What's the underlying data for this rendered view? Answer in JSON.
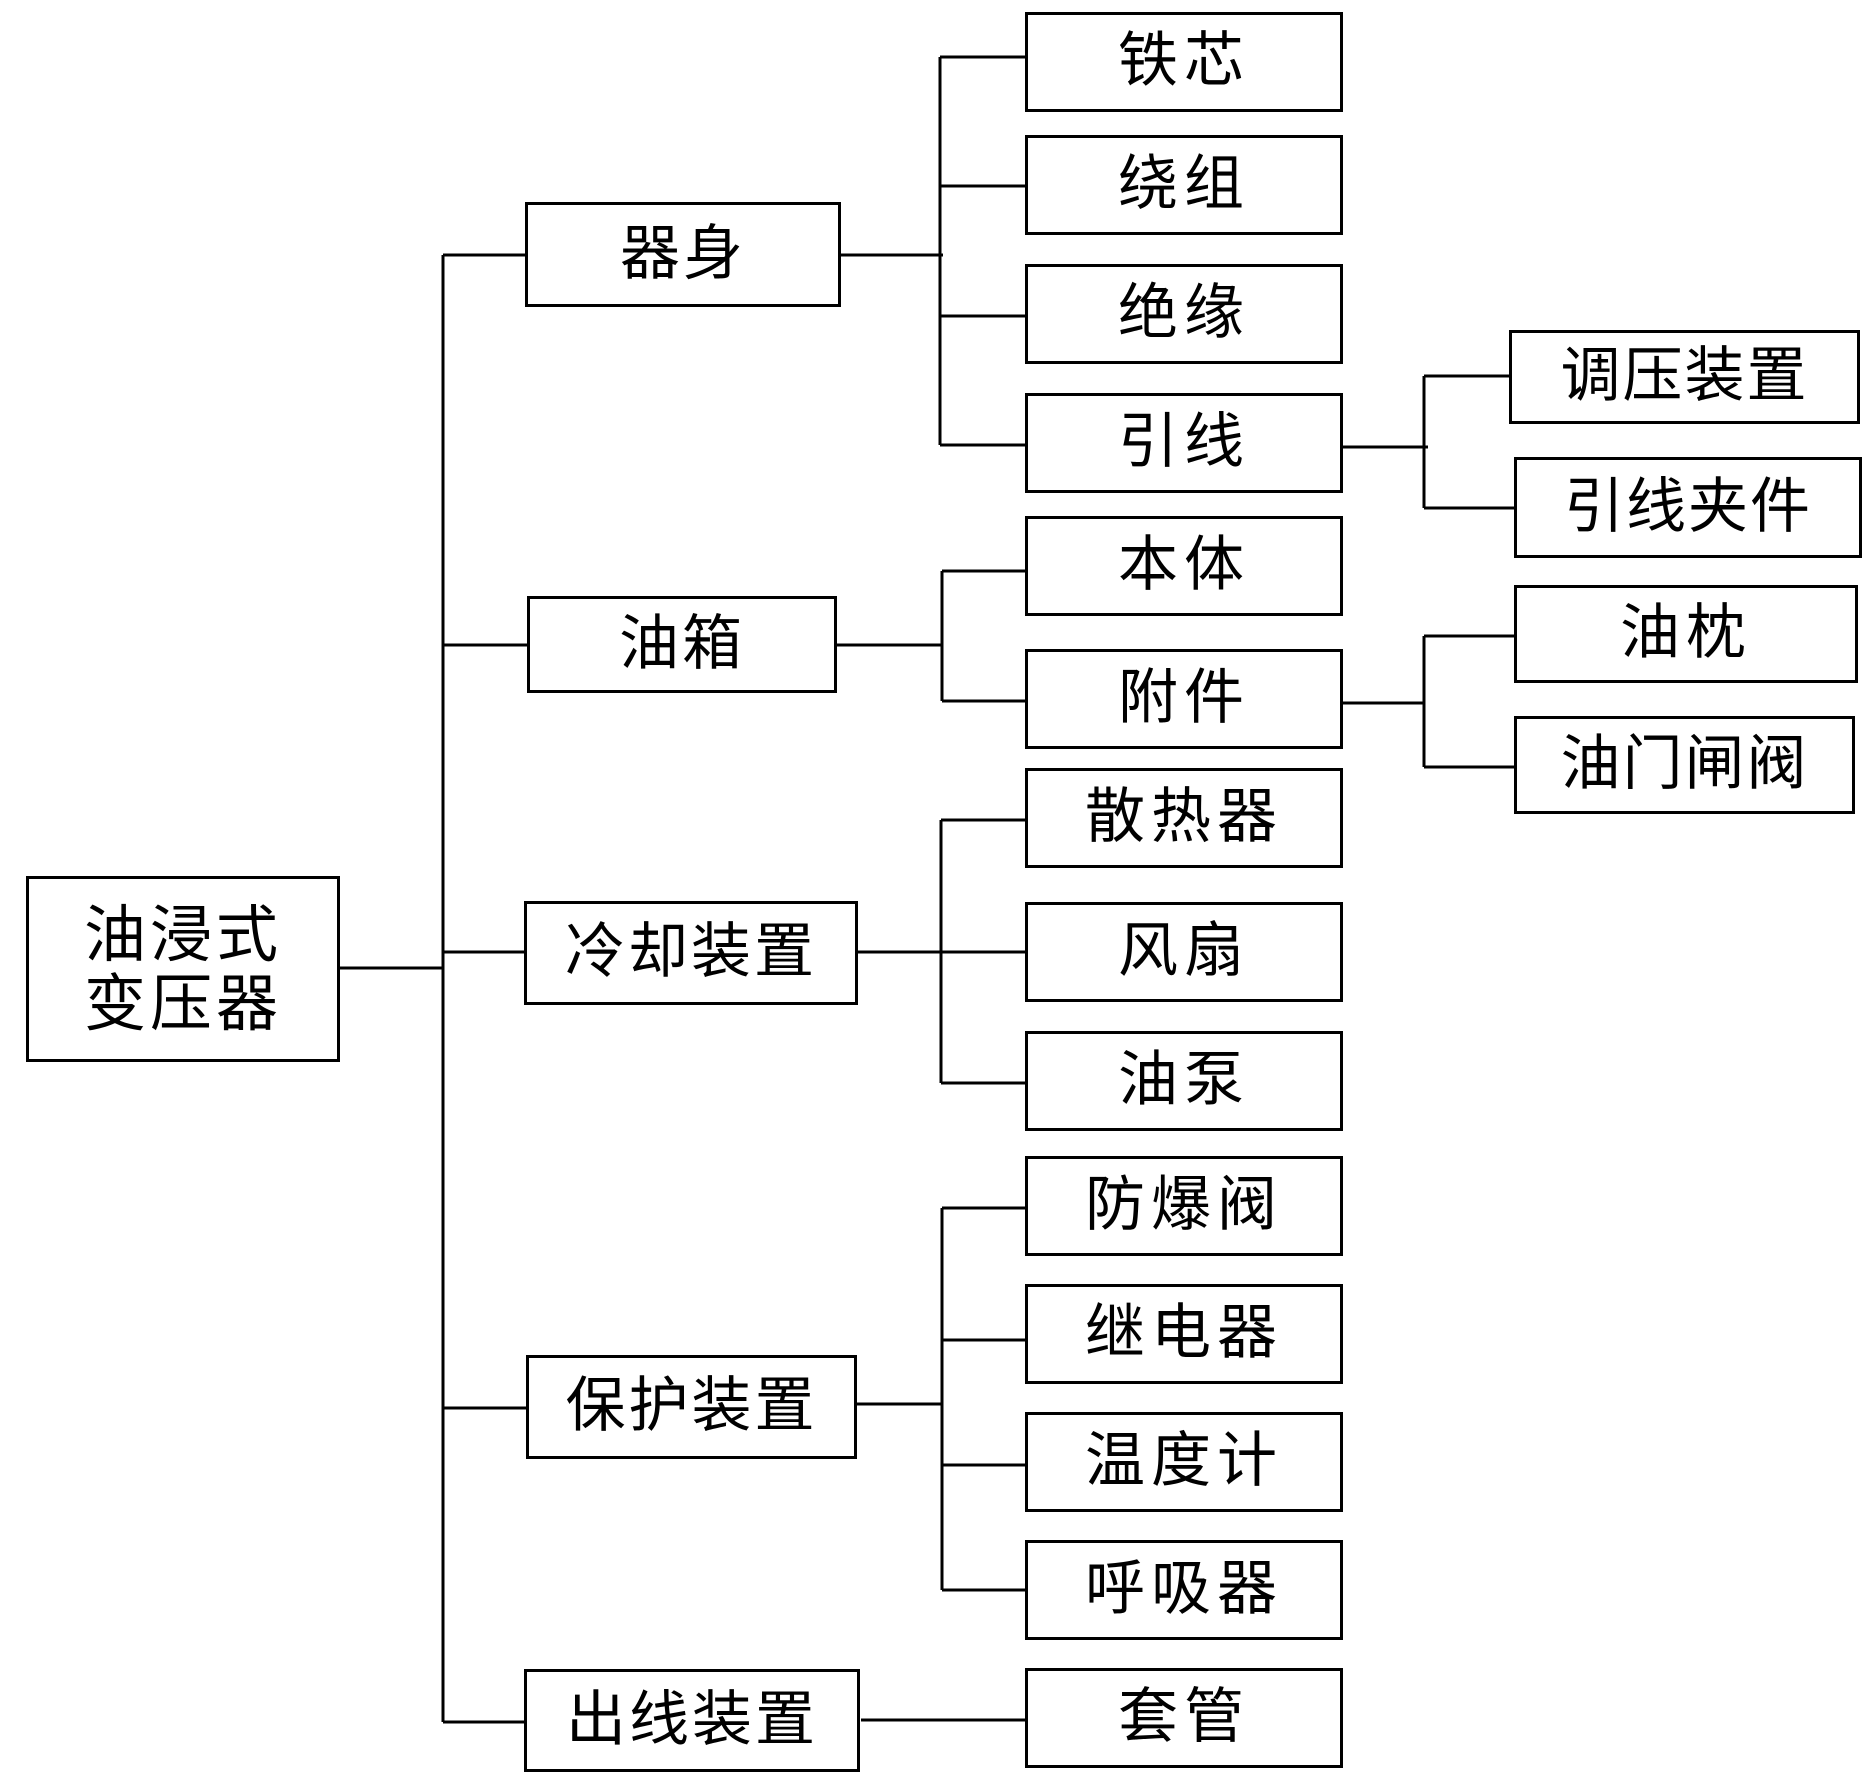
{
  "root": {
    "line1": "油浸式",
    "line2": "变压器"
  },
  "level1": {
    "body": "器身",
    "tank": "油箱",
    "cooling": "冷却装置",
    "protection": "保护装置",
    "outlet": "出线装置"
  },
  "body_parts": {
    "core": "铁芯",
    "winding": "绕组",
    "insulation": "绝缘",
    "lead": "引线"
  },
  "lead_parts": {
    "tap_changer": "调压装置",
    "lead_clamp": "引线夹件"
  },
  "tank_parts": {
    "main": "本体",
    "accessories": "附件"
  },
  "accessory_parts": {
    "conservator": "油枕",
    "valve": "油门闸阀"
  },
  "cooling_parts": {
    "radiator": "散热器",
    "fan": "风扇",
    "pump": "油泵"
  },
  "protection_parts": {
    "explosion_valve": "防爆阀",
    "relay": "继电器",
    "thermometer": "温度计",
    "breather": "呼吸器"
  },
  "outlet_parts": {
    "bushing": "套管"
  }
}
